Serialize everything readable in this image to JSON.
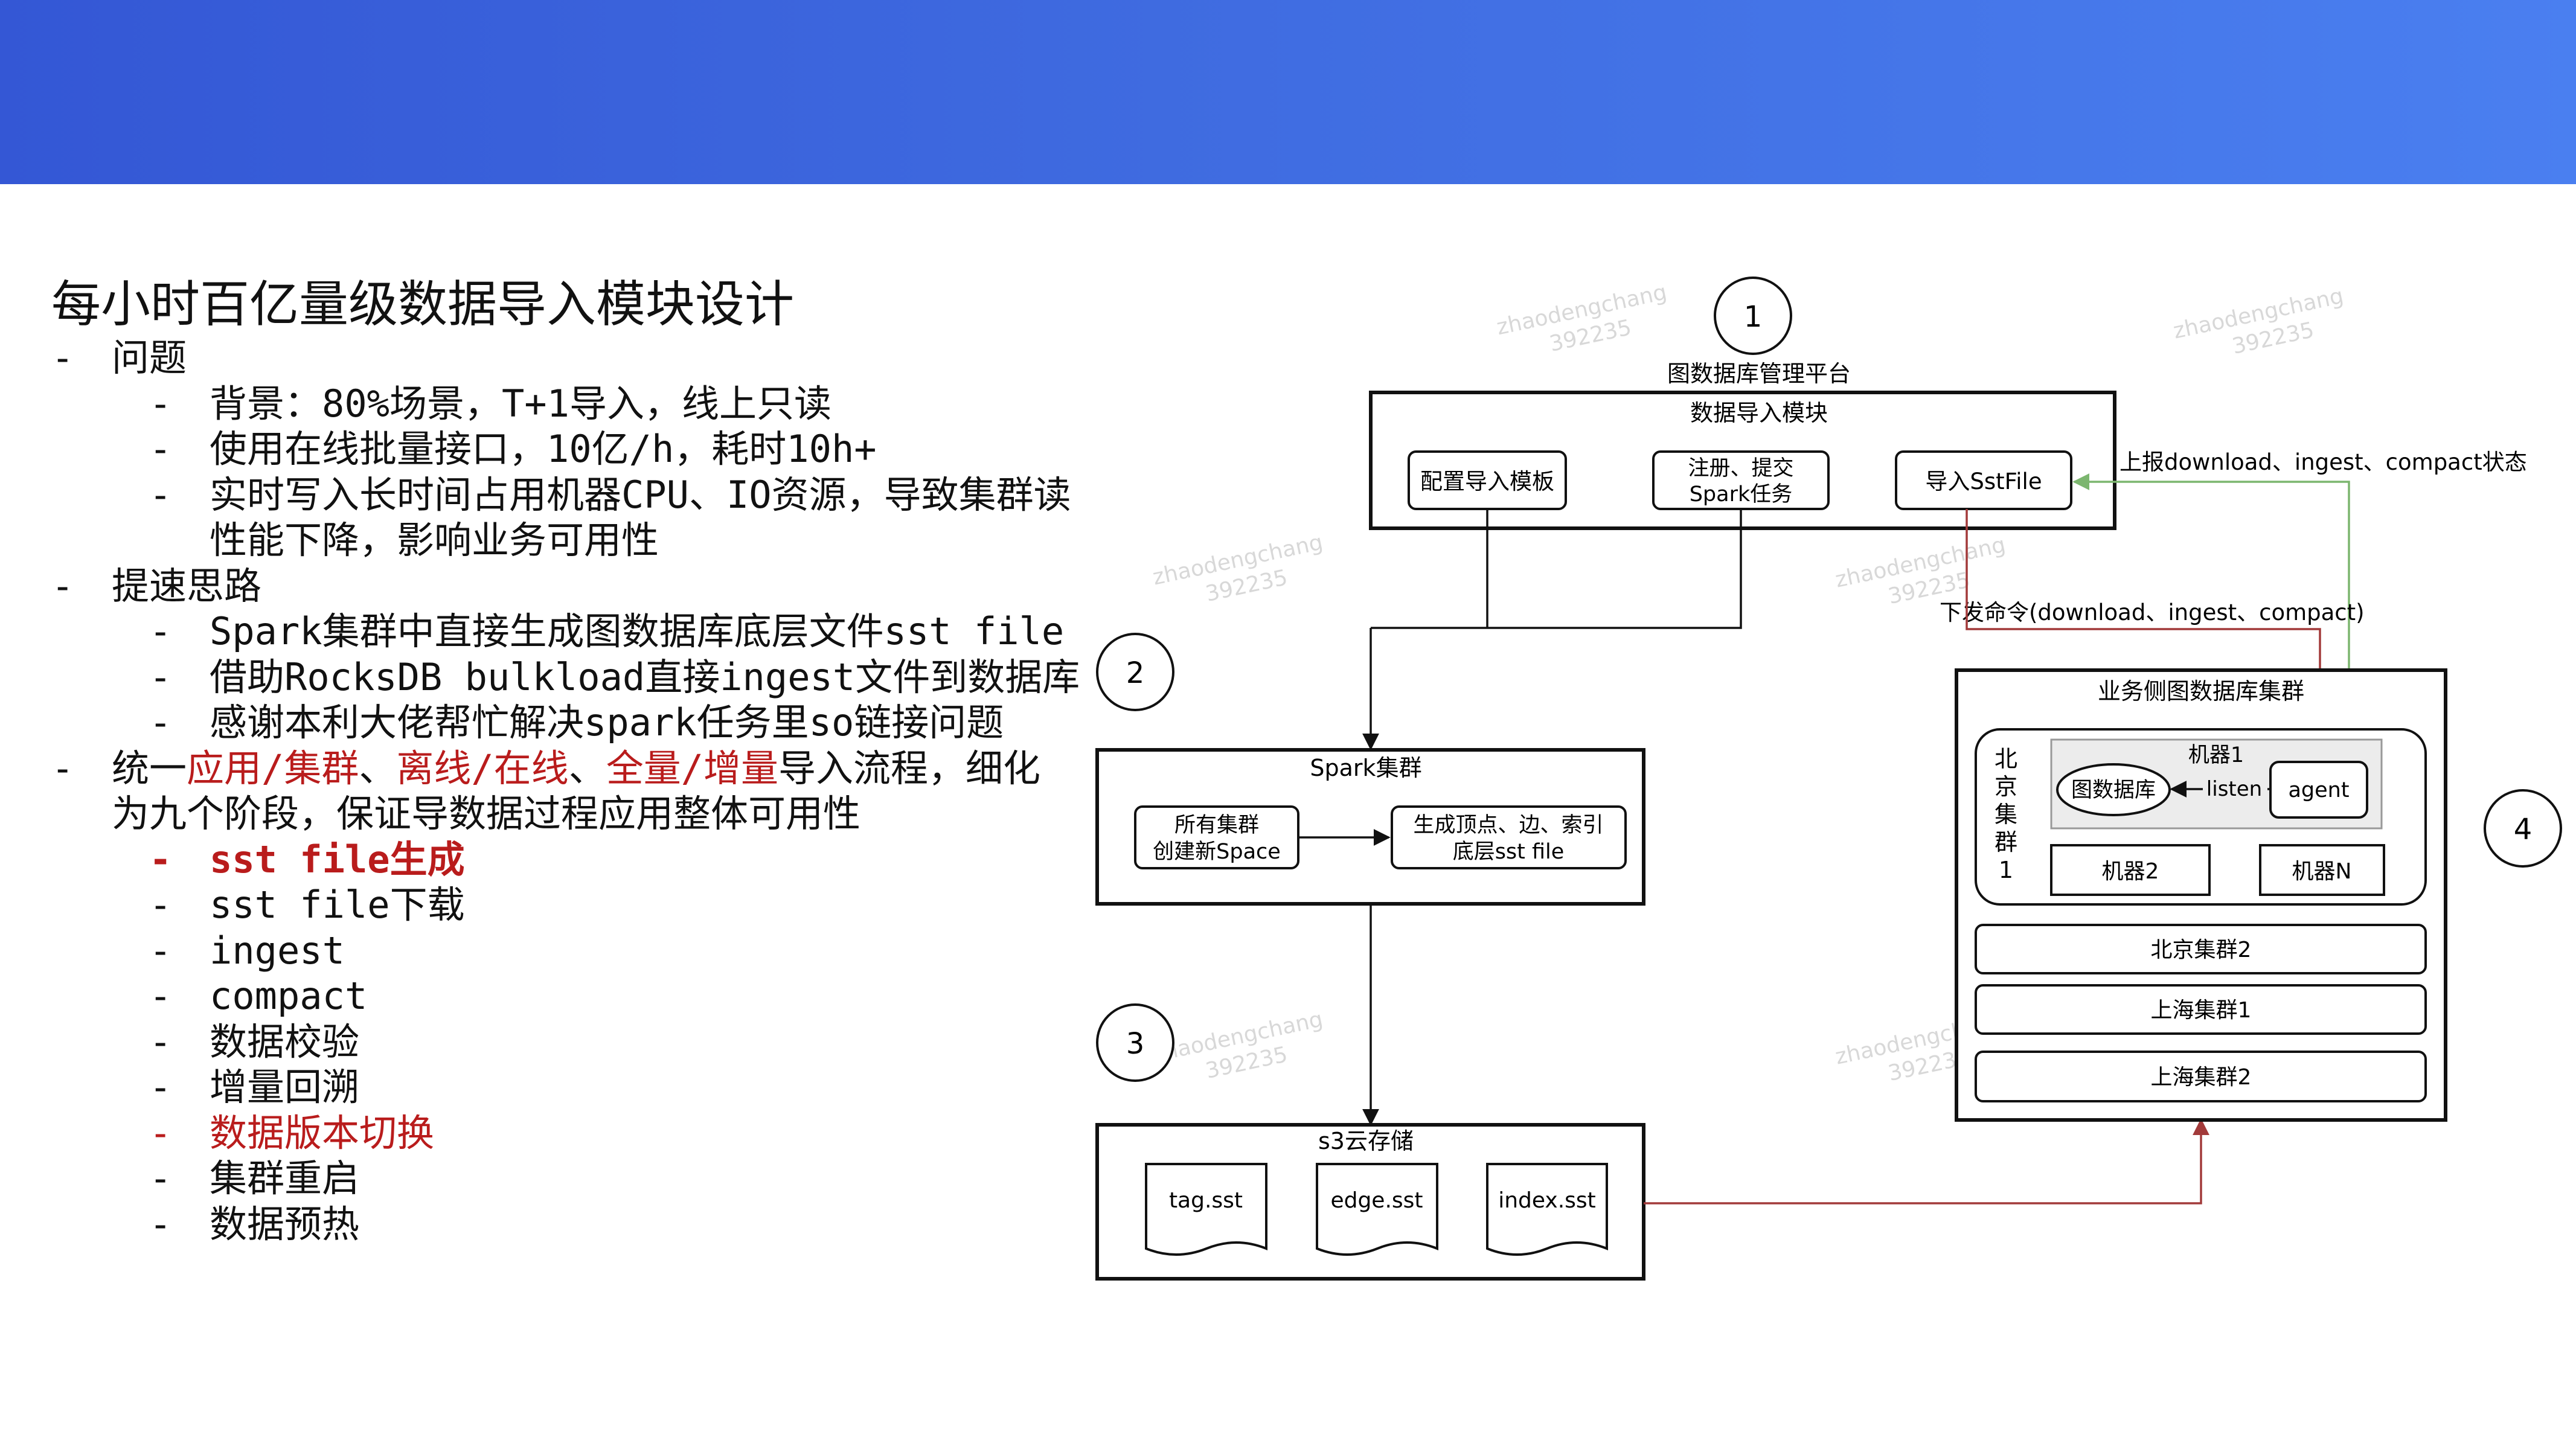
{
  "page": {
    "title": "每小时百亿量级数据导入模块设计",
    "outline": [
      {
        "level": 1,
        "parts": [
          {
            "text": "问题"
          }
        ]
      },
      {
        "level": 2,
        "parts": [
          {
            "text": "背景：80%场景，T+1导入，线上只读"
          }
        ]
      },
      {
        "level": 2,
        "parts": [
          {
            "text": "使用在线批量接口，10亿/h，耗时10h+"
          }
        ]
      },
      {
        "level": 2,
        "parts": [
          {
            "text": "实时写入长时间占用机器CPU、IO资源，导致集群读"
          }
        ]
      },
      {
        "level": 2,
        "cont": true,
        "parts": [
          {
            "text": "性能下降，影响业务可用性"
          }
        ]
      },
      {
        "level": 1,
        "parts": [
          {
            "text": "提速思路"
          }
        ]
      },
      {
        "level": 2,
        "parts": [
          {
            "text": "Spark集群中直接生成图数据库底层文件sst file"
          }
        ]
      },
      {
        "level": 2,
        "parts": [
          {
            "text": "借助RocksDB bulkload直接ingest文件到数据库"
          }
        ]
      },
      {
        "level": 2,
        "parts": [
          {
            "text": "感谢本利大佬帮忙解决spark任务里so链接问题"
          }
        ]
      },
      {
        "level": 1,
        "parts": [
          {
            "text": "统一"
          },
          {
            "text": "应用/集群",
            "red": true
          },
          {
            "text": "、"
          },
          {
            "text": "离线/在线",
            "red": true
          },
          {
            "text": "、"
          },
          {
            "text": "全量/增量",
            "red": true
          },
          {
            "text": "导入流程，细化"
          }
        ]
      },
      {
        "level": 1,
        "cont": true,
        "parts": [
          {
            "text": "为九个阶段，保证导数据过程应用整体可用性"
          }
        ]
      },
      {
        "level": 2,
        "red": true,
        "bold": true,
        "parts": [
          {
            "text": "sst file生成"
          }
        ]
      },
      {
        "level": 2,
        "parts": [
          {
            "text": "sst file下载"
          }
        ]
      },
      {
        "level": 2,
        "parts": [
          {
            "text": "ingest"
          }
        ]
      },
      {
        "level": 2,
        "parts": [
          {
            "text": "compact"
          }
        ]
      },
      {
        "level": 2,
        "parts": [
          {
            "text": "数据校验"
          }
        ]
      },
      {
        "level": 2,
        "parts": [
          {
            "text": "增量回溯"
          }
        ]
      },
      {
        "level": 2,
        "red": true,
        "parts": [
          {
            "text": "数据版本切换"
          }
        ]
      },
      {
        "level": 2,
        "parts": [
          {
            "text": "集群重启"
          }
        ]
      },
      {
        "level": 2,
        "parts": [
          {
            "text": "数据预热"
          }
        ]
      }
    ]
  },
  "diagram": {
    "circles": [
      "1",
      "2",
      "3",
      "4"
    ],
    "platform_label": "图数据库管理平台",
    "import_module": {
      "title": "数据导入模块",
      "config_button": "配置导入模板",
      "submit_button_line1": "注册、提交",
      "submit_button_line2": "Spark任务",
      "sst_button": "导入SstFile"
    },
    "report_status_label": "上报download、ingest、compact状态",
    "command_label": "下发命令(download、ingest、compact)",
    "spark": {
      "title": "Spark集群",
      "space_line1": "所有集群",
      "space_line2": "创建新Space",
      "gen_line1": "生成顶点、边、索引",
      "gen_line2": "底层sst file"
    },
    "s3": {
      "title": "s3云存储",
      "files": [
        "tag.sst",
        "edge.sst",
        "index.sst"
      ]
    },
    "business": {
      "title": "业务侧图数据库集群",
      "beijing1_chars": [
        "北",
        "京",
        "集",
        "群",
        "1"
      ],
      "machine1_title": "机器1",
      "database_label": "图数据库",
      "listen_label": "listen",
      "agent_label": "agent",
      "machine2": "机器2",
      "machineN": "机器N",
      "clusters": [
        "北京集群2",
        "上海集群1",
        "上海集群2"
      ]
    },
    "watermark_name": "zhaodengchang",
    "watermark_id": "392235",
    "colors": {
      "red_arrow": "#a23a3a",
      "green_arrow": "#7cb66f",
      "banner": "#3f6be0"
    }
  }
}
